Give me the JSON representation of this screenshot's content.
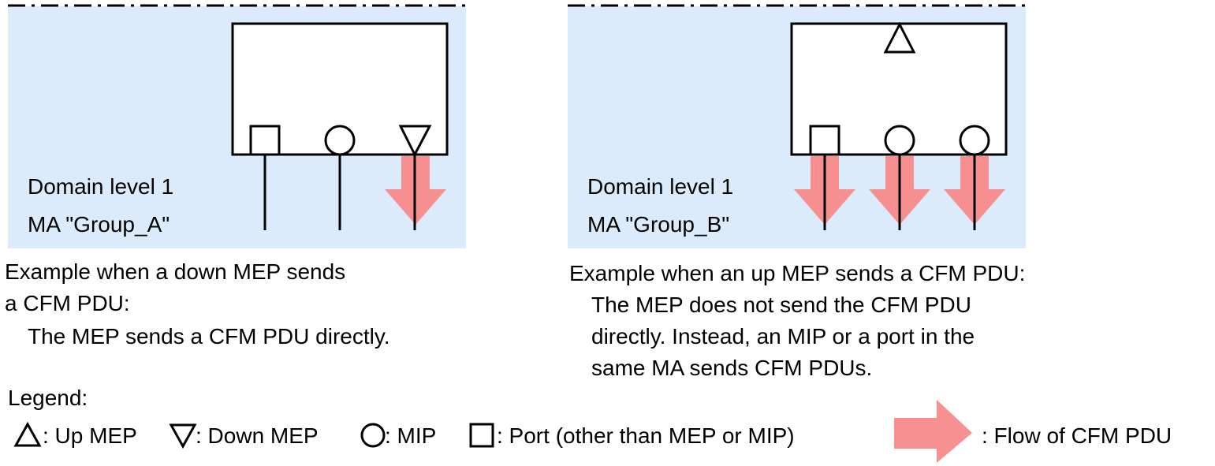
{
  "left_panel": {
    "domain_label": "Domain level 1",
    "ma_label": "MA \"Group_A\"",
    "caption_line1": "Example when a down MEP sends",
    "caption_line2": "a CFM PDU:",
    "caption_line3": "The MEP sends a CFM PDU directly."
  },
  "right_panel": {
    "domain_label": "Domain level 1",
    "ma_label": "MA \"Group_B\"",
    "caption_line1": "Example when an up MEP sends a CFM PDU:",
    "caption_line2": "The MEP does not send the CFM PDU",
    "caption_line3": "directly. Instead, an MIP or a port in the",
    "caption_line4": "same MA sends CFM PDUs."
  },
  "legend": {
    "title": "Legend:",
    "up_mep": ": Up MEP",
    "down_mep": ": Down MEP",
    "mip": ": MIP",
    "port": ": Port (other than MEP or MIP)",
    "flow": ": Flow of CFM PDU"
  },
  "colors": {
    "domain_background": "#dcebfb",
    "flow_arrow": "#f78a8a"
  }
}
